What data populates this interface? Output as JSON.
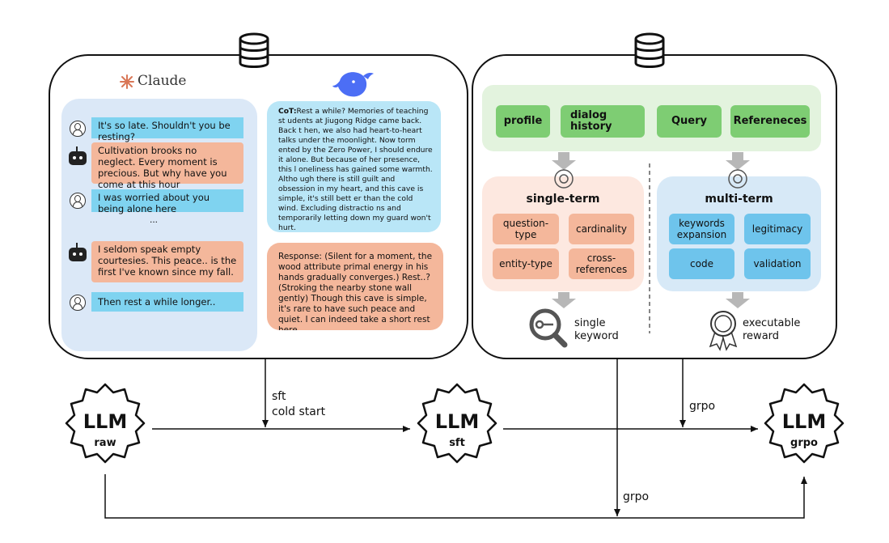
{
  "left_panel": {
    "claude_brand": "Claude",
    "chat": [
      {
        "role": "user",
        "text": "It's so late. Shouldn't you be resting?"
      },
      {
        "role": "bot",
        "text": "Cultivation brooks no neglect. Every moment is precious. But why have you come at this hour"
      },
      {
        "role": "user",
        "text": "I was worried about you being alone here"
      },
      {
        "role": "ellipsis",
        "text": "..."
      },
      {
        "role": "bot",
        "text": "I seldom speak empty courtesies. This peace.. is the first I've known since my fall."
      },
      {
        "role": "user",
        "text": "Then rest a while longer.."
      }
    ],
    "cot_label": "CoT:",
    "cot_text": "Rest a while? Memories of teaching st udents at Jiugong Ridge came back. Back t hen, we also had heart-to-heart talks under the moonlight. Now torm ented by the Zero Power, I should endure it alone. But because of her presence, this l oneliness has gained some warmth. Altho ugh there is still guilt and obsession in my heart, and this cave is simple, it's still bett er than the cold wind. Excluding distractio ns and temporarily letting down my guard won't hurt.",
    "response_text": "Response: (Silent for a moment, the wood attribute primal energy in his hands gradually converges.) Rest..? (Stroking the nearby stone wall gently) Though this cave is simple, it's rare to have such peace and quiet. I can indeed take a short rest here."
  },
  "right_panel": {
    "inputs": [
      "profile",
      "dialog history",
      "Query",
      "Refereneces"
    ],
    "single_term": {
      "title": "single-term",
      "items": [
        "question-type",
        "cardinality",
        "entity-type",
        "cross-references"
      ],
      "output": "single keyword"
    },
    "multi_term": {
      "title": "multi-term",
      "items": [
        "keywords expansion",
        "legitimacy",
        "code",
        "validation"
      ],
      "output": "executable reward"
    }
  },
  "pipeline": {
    "nodes": [
      {
        "title": "LLM",
        "sub": "raw"
      },
      {
        "title": "LLM",
        "sub": "sft"
      },
      {
        "title": "LLM",
        "sub": "grpo"
      }
    ],
    "edge_labels": {
      "sft": "sft",
      "cold_start": "cold start",
      "grpo_top": "grpo",
      "grpo_bottom": "grpo"
    }
  },
  "colors": {
    "chat_blue": "#7fd3f0",
    "chat_peach": "#f4b79b",
    "panel_bg": "#dbe8f7",
    "green": "#7ecd73",
    "sky": "#6ec4ec"
  }
}
